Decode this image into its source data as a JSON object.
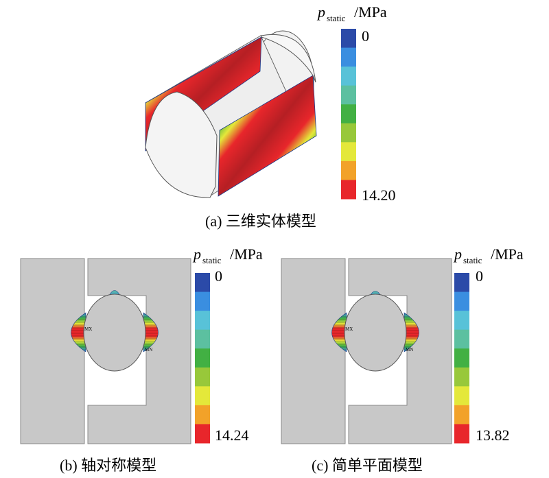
{
  "palette": {
    "legend": [
      "#2b4aa8",
      "#3a8ee0",
      "#58c2d8",
      "#5cc0a0",
      "#42b043",
      "#98c83a",
      "#e4e83a",
      "#f2a229",
      "#e8262b"
    ],
    "band_core": "#b51f24",
    "band_edge": "#2b4aa8",
    "gray": "#c8c8c8",
    "surface": "#f2f2f2"
  },
  "panels": [
    {
      "caption": "(a) 三维实体模型",
      "legend": {
        "var_main": "p",
        "var_sub": "static",
        "unit": "/MPa",
        "min": "0",
        "max": "14.20"
      }
    },
    {
      "caption": "(b) 轴对称模型",
      "legend": {
        "var_main": "p",
        "var_sub": "static",
        "unit": "/MPa",
        "min": "0",
        "max": "14.24"
      },
      "marks": {
        "mx": "MX",
        "mn": "MN"
      }
    },
    {
      "caption": "(c) 简单平面模型",
      "legend": {
        "var_main": "p",
        "var_sub": "static",
        "unit": "/MPa",
        "min": "0",
        "max": "13.82"
      },
      "marks": {
        "mx": "MX",
        "mn": "MN"
      }
    }
  ]
}
